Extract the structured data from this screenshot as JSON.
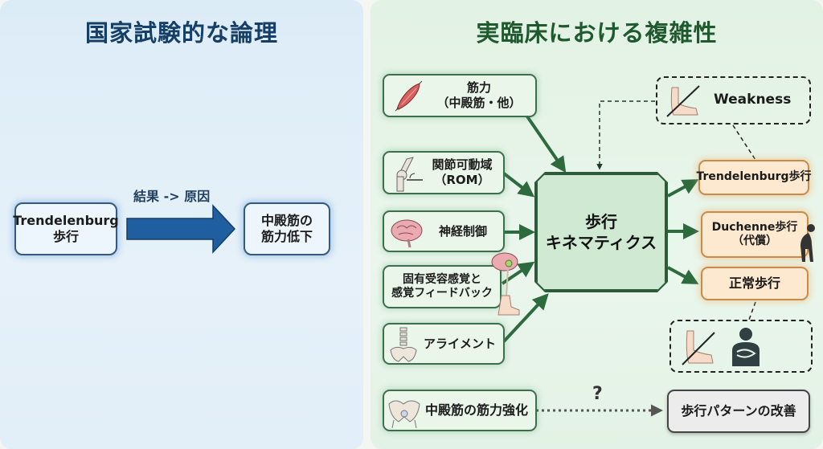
{
  "left_panel": {
    "title": "国家試験的な論理",
    "source_box": {
      "line1": "Trendelenburg",
      "line2": "歩行"
    },
    "arrow_label": "結果 -> 原因",
    "target_box": {
      "line1": "中殿筋の",
      "line2": "筋力低下"
    },
    "colors": {
      "title": "#153f66",
      "arrow": "#1f5f9f"
    }
  },
  "right_panel": {
    "title": "実臨床における複雑性",
    "factors": [
      {
        "id": "muscle",
        "line1": "筋力",
        "line2": "（中殿筋・他）",
        "icon": "muscle-icon"
      },
      {
        "id": "rom",
        "line1": "関節可動域",
        "line2": "（ROM）",
        "icon": "knee-joint-icon"
      },
      {
        "id": "neuro",
        "line1": "神経制御",
        "line2": "",
        "icon": "brain-icon"
      },
      {
        "id": "proprio",
        "line1": "固有受容感覚と",
        "line2": "感覚フィードバック",
        "icon": "brain-foot-icon"
      },
      {
        "id": "alignment",
        "line1": "アライメント",
        "line2": "",
        "icon": "spine-pelvis-icon"
      }
    ],
    "center": {
      "line1": "歩行",
      "line2": "キネマティクス"
    },
    "weakness_box": {
      "label": "Weakness",
      "icon": "crossed-foot-icon"
    },
    "outcomes": [
      {
        "id": "trendelenburg",
        "line1": "Trendelenburg歩行",
        "line2": ""
      },
      {
        "id": "duchenne",
        "line1": "Duchenne歩行",
        "line2": "（代償）",
        "icon": "leaning-person-icon"
      },
      {
        "id": "normal",
        "line1": "正常歩行",
        "line2": ""
      }
    ],
    "compensation_box": {
      "icons": [
        "crossed-foot-icon",
        "person-arms-crossed-icon"
      ]
    },
    "bottom": {
      "source": "中殿筋の筋力強化",
      "question": "?",
      "target": "歩行パターンの改善"
    },
    "colors": {
      "title": "#1f5a2e",
      "arrow": "#2d6b3e",
      "outcome_fill": "#fde9cf"
    }
  }
}
